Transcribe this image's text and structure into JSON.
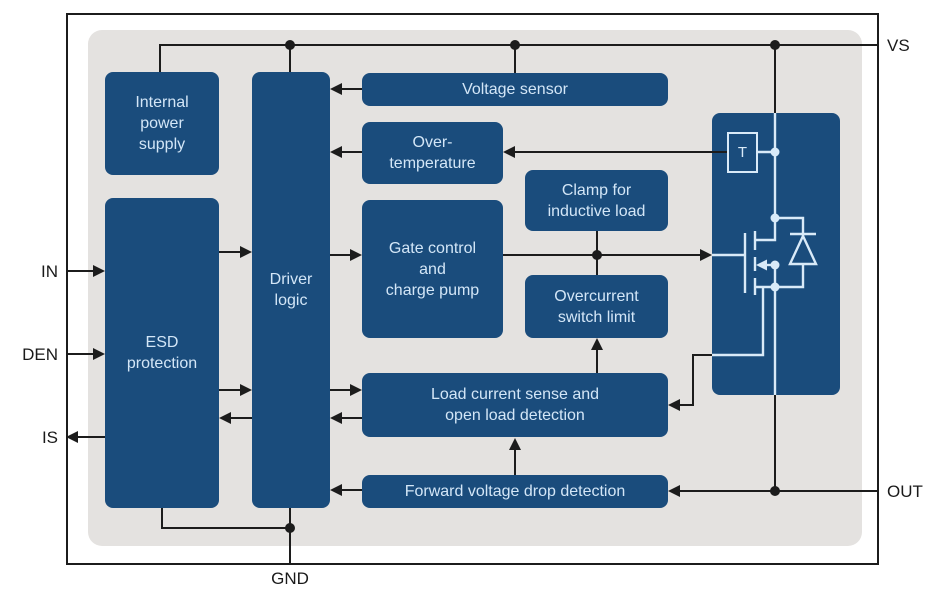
{
  "pins": {
    "vs": "VS",
    "out": "OUT",
    "in": "IN",
    "den": "DEN",
    "is": "IS",
    "gnd": "GND"
  },
  "blocks": {
    "internal_power": {
      "lines": [
        "Internal",
        "power",
        "supply"
      ]
    },
    "esd": {
      "lines": [
        "ESD",
        "protection"
      ]
    },
    "driver": {
      "lines": [
        "Driver",
        "logic"
      ]
    },
    "voltage_sensor": {
      "lines": [
        "Voltage sensor"
      ]
    },
    "over_temperature": {
      "lines": [
        "Over-",
        "temperature"
      ]
    },
    "clamp": {
      "lines": [
        "Clamp for",
        "inductive load"
      ]
    },
    "gate_control": {
      "lines": [
        "Gate control",
        "and",
        "charge pump"
      ]
    },
    "overcurrent": {
      "lines": [
        "Overcurrent",
        "switch limit"
      ]
    },
    "load_current": {
      "lines": [
        "Load current sense and",
        "open load detection"
      ]
    },
    "forward_voltage": {
      "lines": [
        "Forward voltage drop detection"
      ]
    }
  },
  "mosfet": {
    "temp_sensor_label": "T"
  },
  "colors": {
    "page_bg": "#ffffff",
    "canvas_bg": "#e4e2e0",
    "block_fill": "#1a4c7c",
    "block_text": "#d3e6f7",
    "line_color": "#1c1c1c",
    "mosfet_line_color": "#d9eaf8",
    "label_color": "#1a1a1a"
  }
}
